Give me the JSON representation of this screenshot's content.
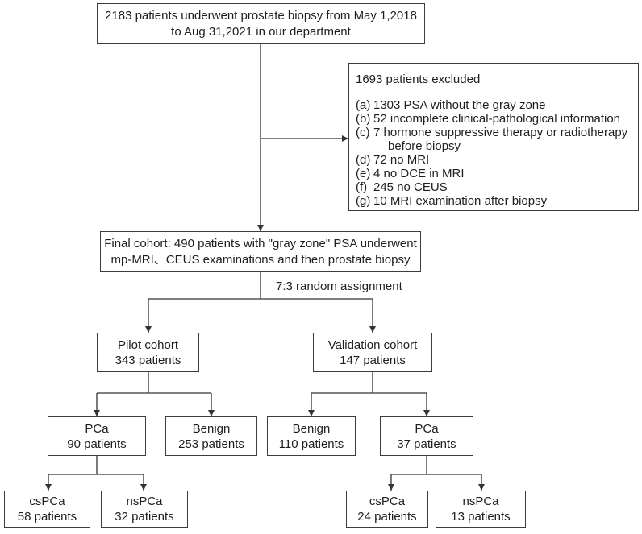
{
  "source": {
    "line1": "2183 patients underwent prostate biopsy from May 1,2018",
    "line2": "to Aug 31,2021 in our department"
  },
  "excluded": {
    "heading": "1693 patients excluded",
    "reasons": [
      {
        "label": "(a)",
        "text": "1303 PSA without the gray zone"
      },
      {
        "label": "(b)",
        "text": "52 incomplete clinical-pathological information"
      },
      {
        "label": "(c)",
        "text": "7 hormone suppressive therapy or radiotherapy",
        "continuation": "before biopsy"
      },
      {
        "label": "(d)",
        "text": "72 no MRI"
      },
      {
        "label": "(e)",
        "text": "4 no DCE in MRI"
      },
      {
        "label": "(f)",
        "text": "245 no CEUS"
      },
      {
        "label": "(g)",
        "text": "10 MRI examination after biopsy"
      }
    ]
  },
  "final_cohort": {
    "line1": "Final cohort: 490 patients with \"gray zone\" PSA underwent",
    "line2": "mp-MRI、CEUS examinations and then prostate biopsy"
  },
  "assignment_label": "7:3 random assignment",
  "pilot": {
    "name": "Pilot cohort",
    "count": "343 patients",
    "pca": {
      "name": "PCa",
      "count": "90 patients",
      "cspca": {
        "name": "csPCa",
        "count": "58 patients"
      },
      "nspca": {
        "name": "nsPCa",
        "count": "32 patients"
      }
    },
    "benign": {
      "name": "Benign",
      "count": "253 patients"
    }
  },
  "validation": {
    "name": "Validation cohort",
    "count": "147 patients",
    "benign": {
      "name": "Benign",
      "count": "110 patients"
    },
    "pca": {
      "name": "PCa",
      "count": "37 patients",
      "cspca": {
        "name": "csPCa",
        "count": "24 patients"
      },
      "nspca": {
        "name": "nsPCa",
        "count": "13 patients"
      }
    }
  },
  "colors": {
    "line": "#333333",
    "border": "#3c3c3c",
    "text": "#1e1e1e",
    "background": "#ffffff"
  }
}
